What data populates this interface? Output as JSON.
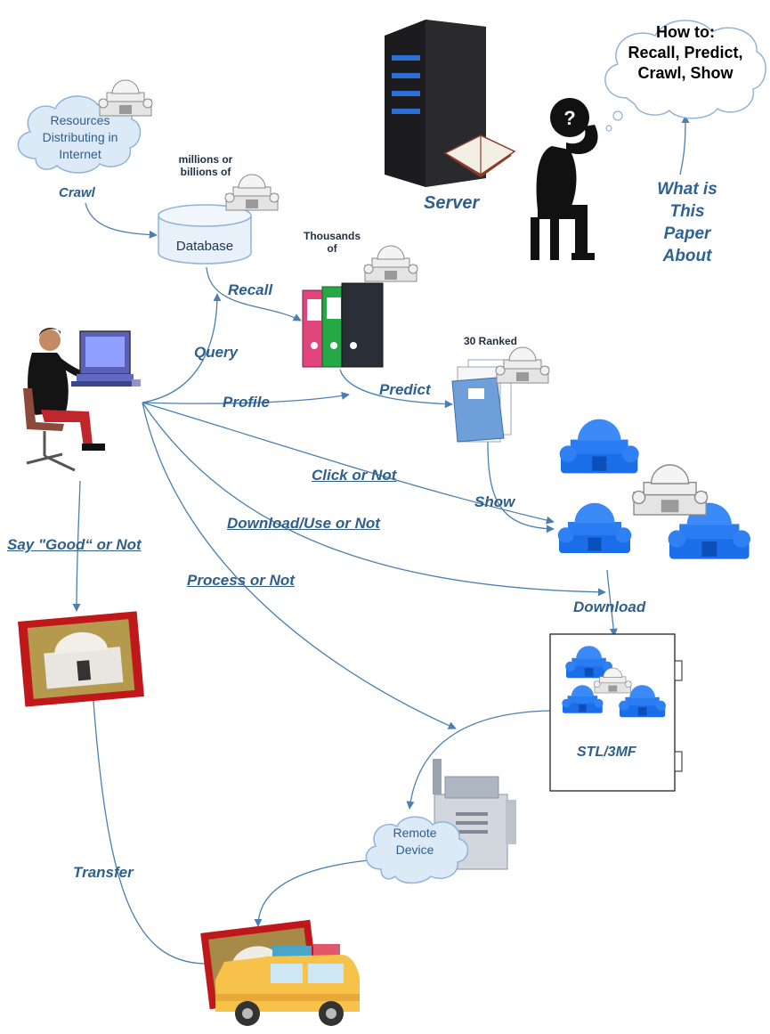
{
  "cloud_resources": [
    "Resources",
    "Distributing in",
    "Internet"
  ],
  "cloud_remote": [
    "Remote",
    "Device"
  ],
  "speech_bubble": [
    "How to:",
    "Recall, Predict,",
    "Crawl, Show"
  ],
  "what_is": [
    "What is",
    "This",
    "Paper",
    "About"
  ],
  "server_label": "Server",
  "database_label": "Database",
  "count_millions": [
    "millions or",
    "billions of"
  ],
  "count_thousands": [
    "Thousands",
    "of"
  ],
  "count_ranked": "30 Ranked",
  "flow": {
    "crawl": "Crawl",
    "recall": "Recall",
    "query": "Query",
    "profile": "Profile",
    "predict": "Predict",
    "click": "Click or Not",
    "show": "Show",
    "download_use": "Download/Use or Not",
    "say_good": "Say \"Good“ or Not",
    "process": "Process or Not",
    "download": "Download",
    "transfer": "Transfer"
  },
  "file_label": "STL/3MF",
  "colors": {
    "label_blue": "#2f5f8a",
    "arrow_blue": "#4a7fb0",
    "model_blue": "#1a6ee8",
    "cloud_fill": "#dce9f7",
    "frame_red": "#c0171b"
  }
}
